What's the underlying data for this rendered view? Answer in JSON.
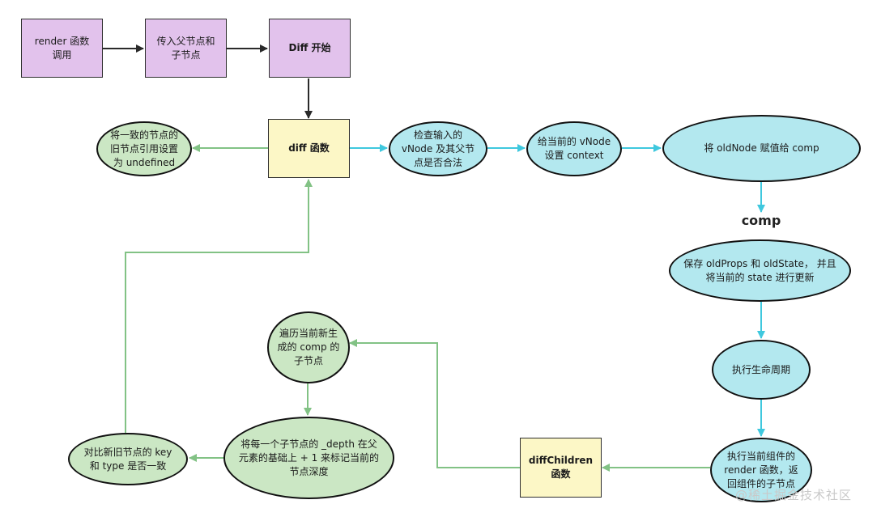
{
  "nodes": {
    "render_call": "render 函数\n调用",
    "pass_parent": "传入父节点和\n子节点",
    "diff_start": "Diff 开始",
    "diff_fn": "diff  函数",
    "check_input": "检查输入的\nvNode 及其父节\n点是否合法",
    "set_context": "给当前的 vNode\n设置 context",
    "assign_comp": "将 oldNode 赋值给 comp",
    "comp": "comp",
    "save_props": "保存 oldProps 和 oldState， 并且\n将当前的 state 进行更新",
    "lifecycle": "执行生命周期",
    "exec_render": "执行当前组件的\nrender 函数，返\n回组件的子节点",
    "diff_children": "diffChildren\n函数",
    "traverse": "遍历当前新生\n成的 comp 的\n子节点",
    "depth": "将每一个子节点的 _depth 在父\n元素的基础上 + 1 来标记当前的\n节点深度",
    "compare": "对比新旧节点的 key\n和 type 是否一致",
    "set_undefined": "将一致的节点的\n旧节点引用设置\n为 undefined"
  },
  "watermark": "@稀土掘金技术社区",
  "colors": {
    "cyan_arrow": "#3fc8de",
    "green_arrow": "#82c285",
    "dark_arrow": "#2a2a2a"
  }
}
